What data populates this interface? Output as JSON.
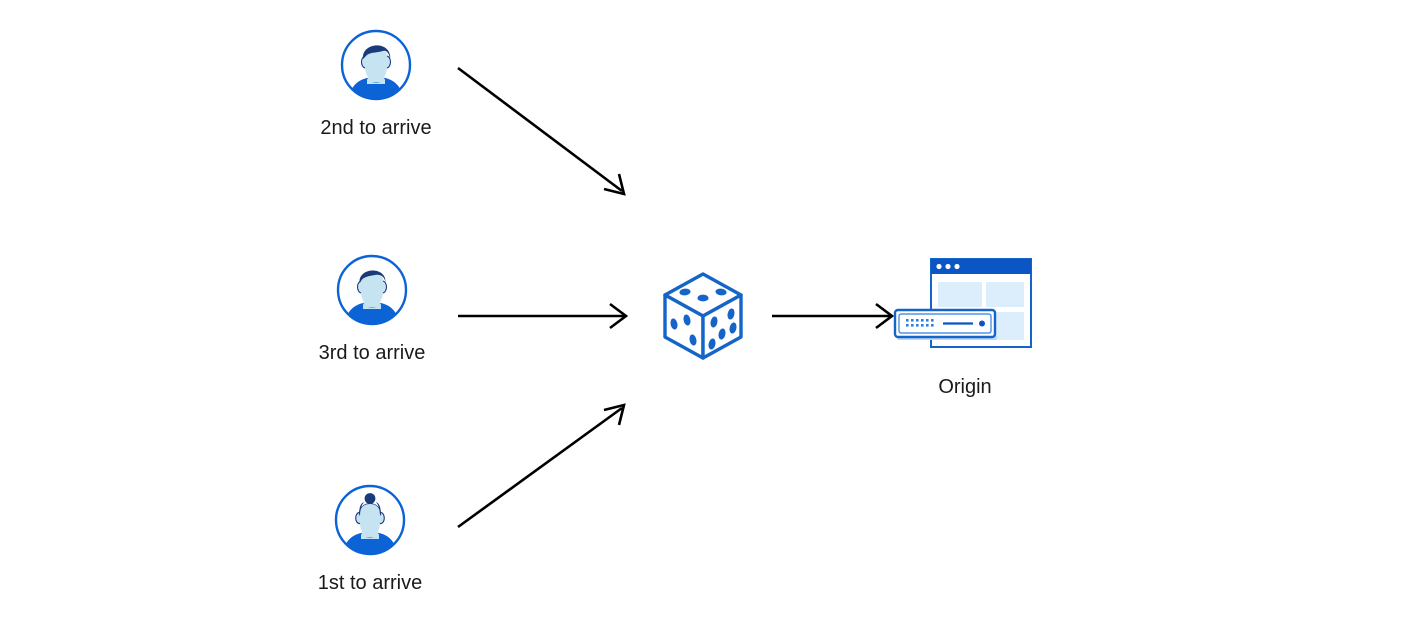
{
  "diagram": {
    "title": "Load balancing requests to origin",
    "background_color": "#ffffff",
    "colors": {
      "accent_blue": "#0b63d6",
      "dark_navy": "#1a3a7a",
      "light_face": "#c5e3f0",
      "dice_blue": "#1565c8",
      "pale_panel": "#dceefb",
      "arrow_black": "#000000",
      "label_text": "#1a1a1a"
    },
    "clients": [
      {
        "id": "client-2nd",
        "label": "2nd to arrive",
        "avatar_icon": "avatar-short-hair-icon",
        "order": 2
      },
      {
        "id": "client-3rd",
        "label": "3rd to arrive",
        "avatar_icon": "avatar-short-hair-icon",
        "order": 3
      },
      {
        "id": "client-1st",
        "label": "1st to arrive",
        "avatar_icon": "avatar-bun-hair-icon",
        "order": 1
      }
    ],
    "randomizer": {
      "id": "dice",
      "icon": "dice-icon",
      "label": "",
      "top_face_pips": 3,
      "left_face_pips": 3,
      "right_face_pips": 5
    },
    "origin": {
      "id": "origin",
      "label": "Origin",
      "icon": "origin-server-browser-icon",
      "browser_dots": 3
    },
    "arrows": [
      {
        "id": "arrow-2nd-to-dice",
        "from": "client-2nd",
        "to": "dice",
        "direction": "down-right"
      },
      {
        "id": "arrow-3rd-to-dice",
        "from": "client-3rd",
        "to": "dice",
        "direction": "right"
      },
      {
        "id": "arrow-1st-to-dice",
        "from": "client-1st",
        "to": "dice",
        "direction": "up-right"
      },
      {
        "id": "arrow-dice-to-origin",
        "from": "dice",
        "to": "origin",
        "direction": "right"
      }
    ]
  }
}
